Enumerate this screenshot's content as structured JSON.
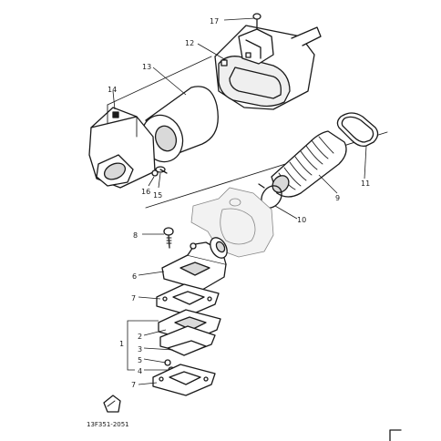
{
  "callouts": {
    "c1": "1",
    "c2": "2",
    "c3": "3",
    "c4": "4",
    "c5": "5",
    "c6": "6",
    "c7a": "7",
    "c7b": "7",
    "c8": "8",
    "c9": "9",
    "c10": "10",
    "c11": "11",
    "c12": "12",
    "c13": "13",
    "c14": "14",
    "c15": "15",
    "c16": "16",
    "c17": "17"
  },
  "diagram_code": "13F351-2051",
  "colors": {
    "line": "#1a1a1a",
    "shade": "#d9d9d9",
    "background": "#ffffff"
  }
}
